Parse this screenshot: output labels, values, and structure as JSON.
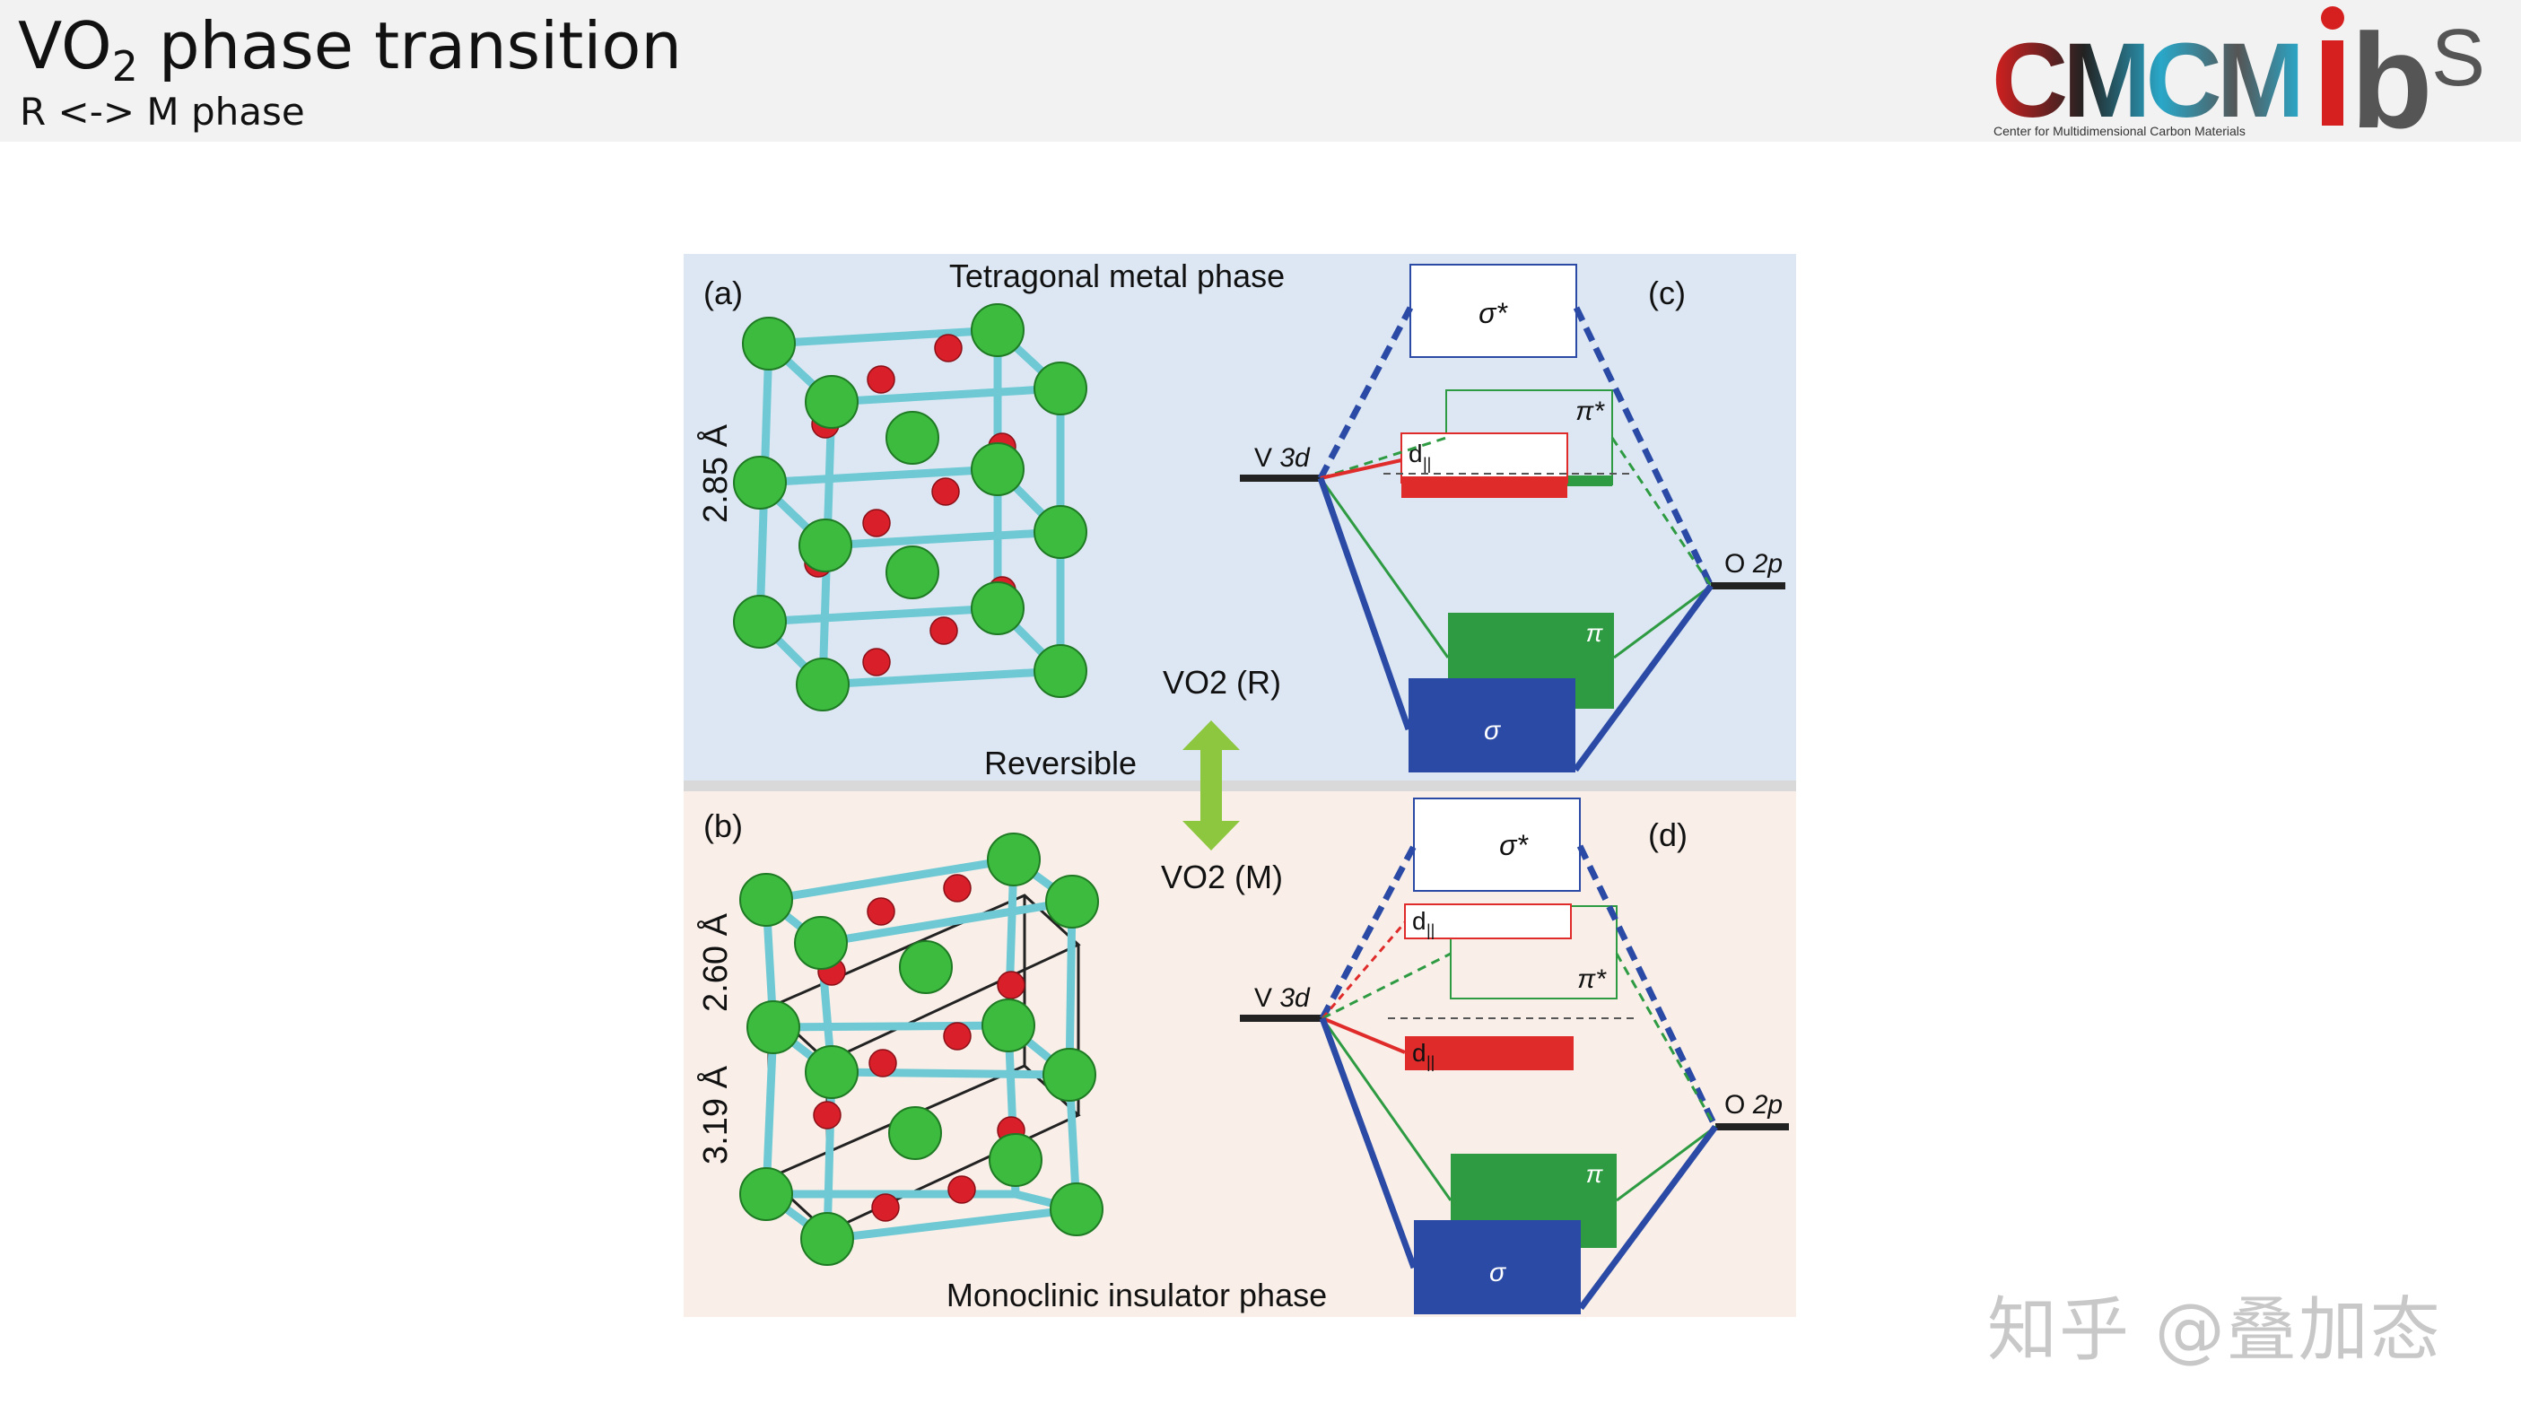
{
  "slide": {
    "title_main": "VO",
    "title_sub": "2",
    "title_rest": " phase transition",
    "subtitle": "R <-> M phase"
  },
  "logos": {
    "cmcm_text": "CMCM",
    "cmcm_caption": "Center for Multidimensional Carbon Materials",
    "ibs_text": "ibs"
  },
  "figure": {
    "top_phase_label": "Tetragonal metal phase",
    "bottom_phase_label": "Monoclinic insulator phase",
    "panel_a": "(a)",
    "panel_b": "(b)",
    "panel_c": "(c)",
    "panel_d": "(d)",
    "dist_top": "2.85 Å",
    "dist_mid": "2.60 Å",
    "dist_bot": "3.19 Å",
    "vo2_r": "VO2 (R)",
    "vo2_m": "VO2 (M)",
    "reversible": "Reversible",
    "v3d": "V",
    "v3d_italic": "3d",
    "o2p": "O",
    "o2p_italic": "2p",
    "sigma_star": "σ*",
    "pi_star": "π*",
    "d_parallel": "d",
    "pi": "π",
    "sigma": "σ"
  },
  "colors": {
    "top_bg": "#dce7f3",
    "bottom_bg": "#f9efe8",
    "sigma_blue": "#2a4aa6",
    "pi_green": "#2e9b43",
    "d_red": "#e02b2b",
    "bond_cyan": "#6ec9d4",
    "arrow_green": "#8dc63f"
  },
  "watermark": "知乎 @叠加态"
}
